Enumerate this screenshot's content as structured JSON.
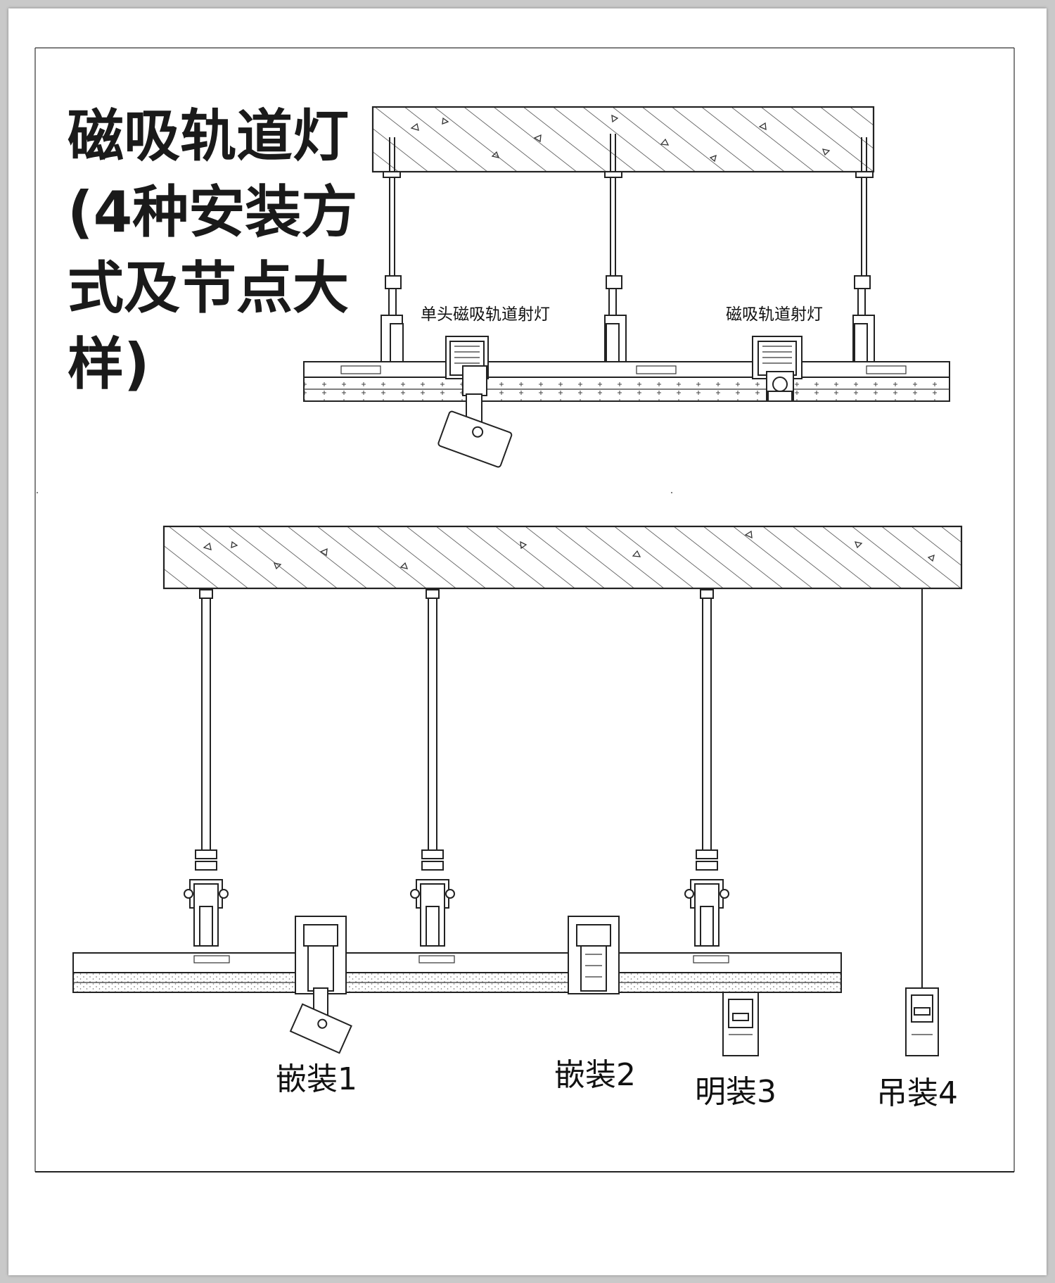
{
  "title": {
    "lines": [
      "磁吸轨道灯",
      "(4种安装方",
      "式及节点大",
      "样)"
    ]
  },
  "diagram": {
    "labels": {
      "top_left_fixture": "单头磁吸轨道射灯",
      "top_right_fixture": "磁吸轨道射灯",
      "install_1": "嵌装1",
      "install_2": "嵌装2",
      "install_3": "明装3",
      "install_4": "吊装4"
    }
  },
  "colors": {
    "line": "#222222",
    "page": "#ffffff",
    "background": "#c9c9c9"
  },
  "icons": [
    "concrete-slab",
    "threaded-rod",
    "hanger-bracket",
    "magnetic-track",
    "spotlight"
  ]
}
